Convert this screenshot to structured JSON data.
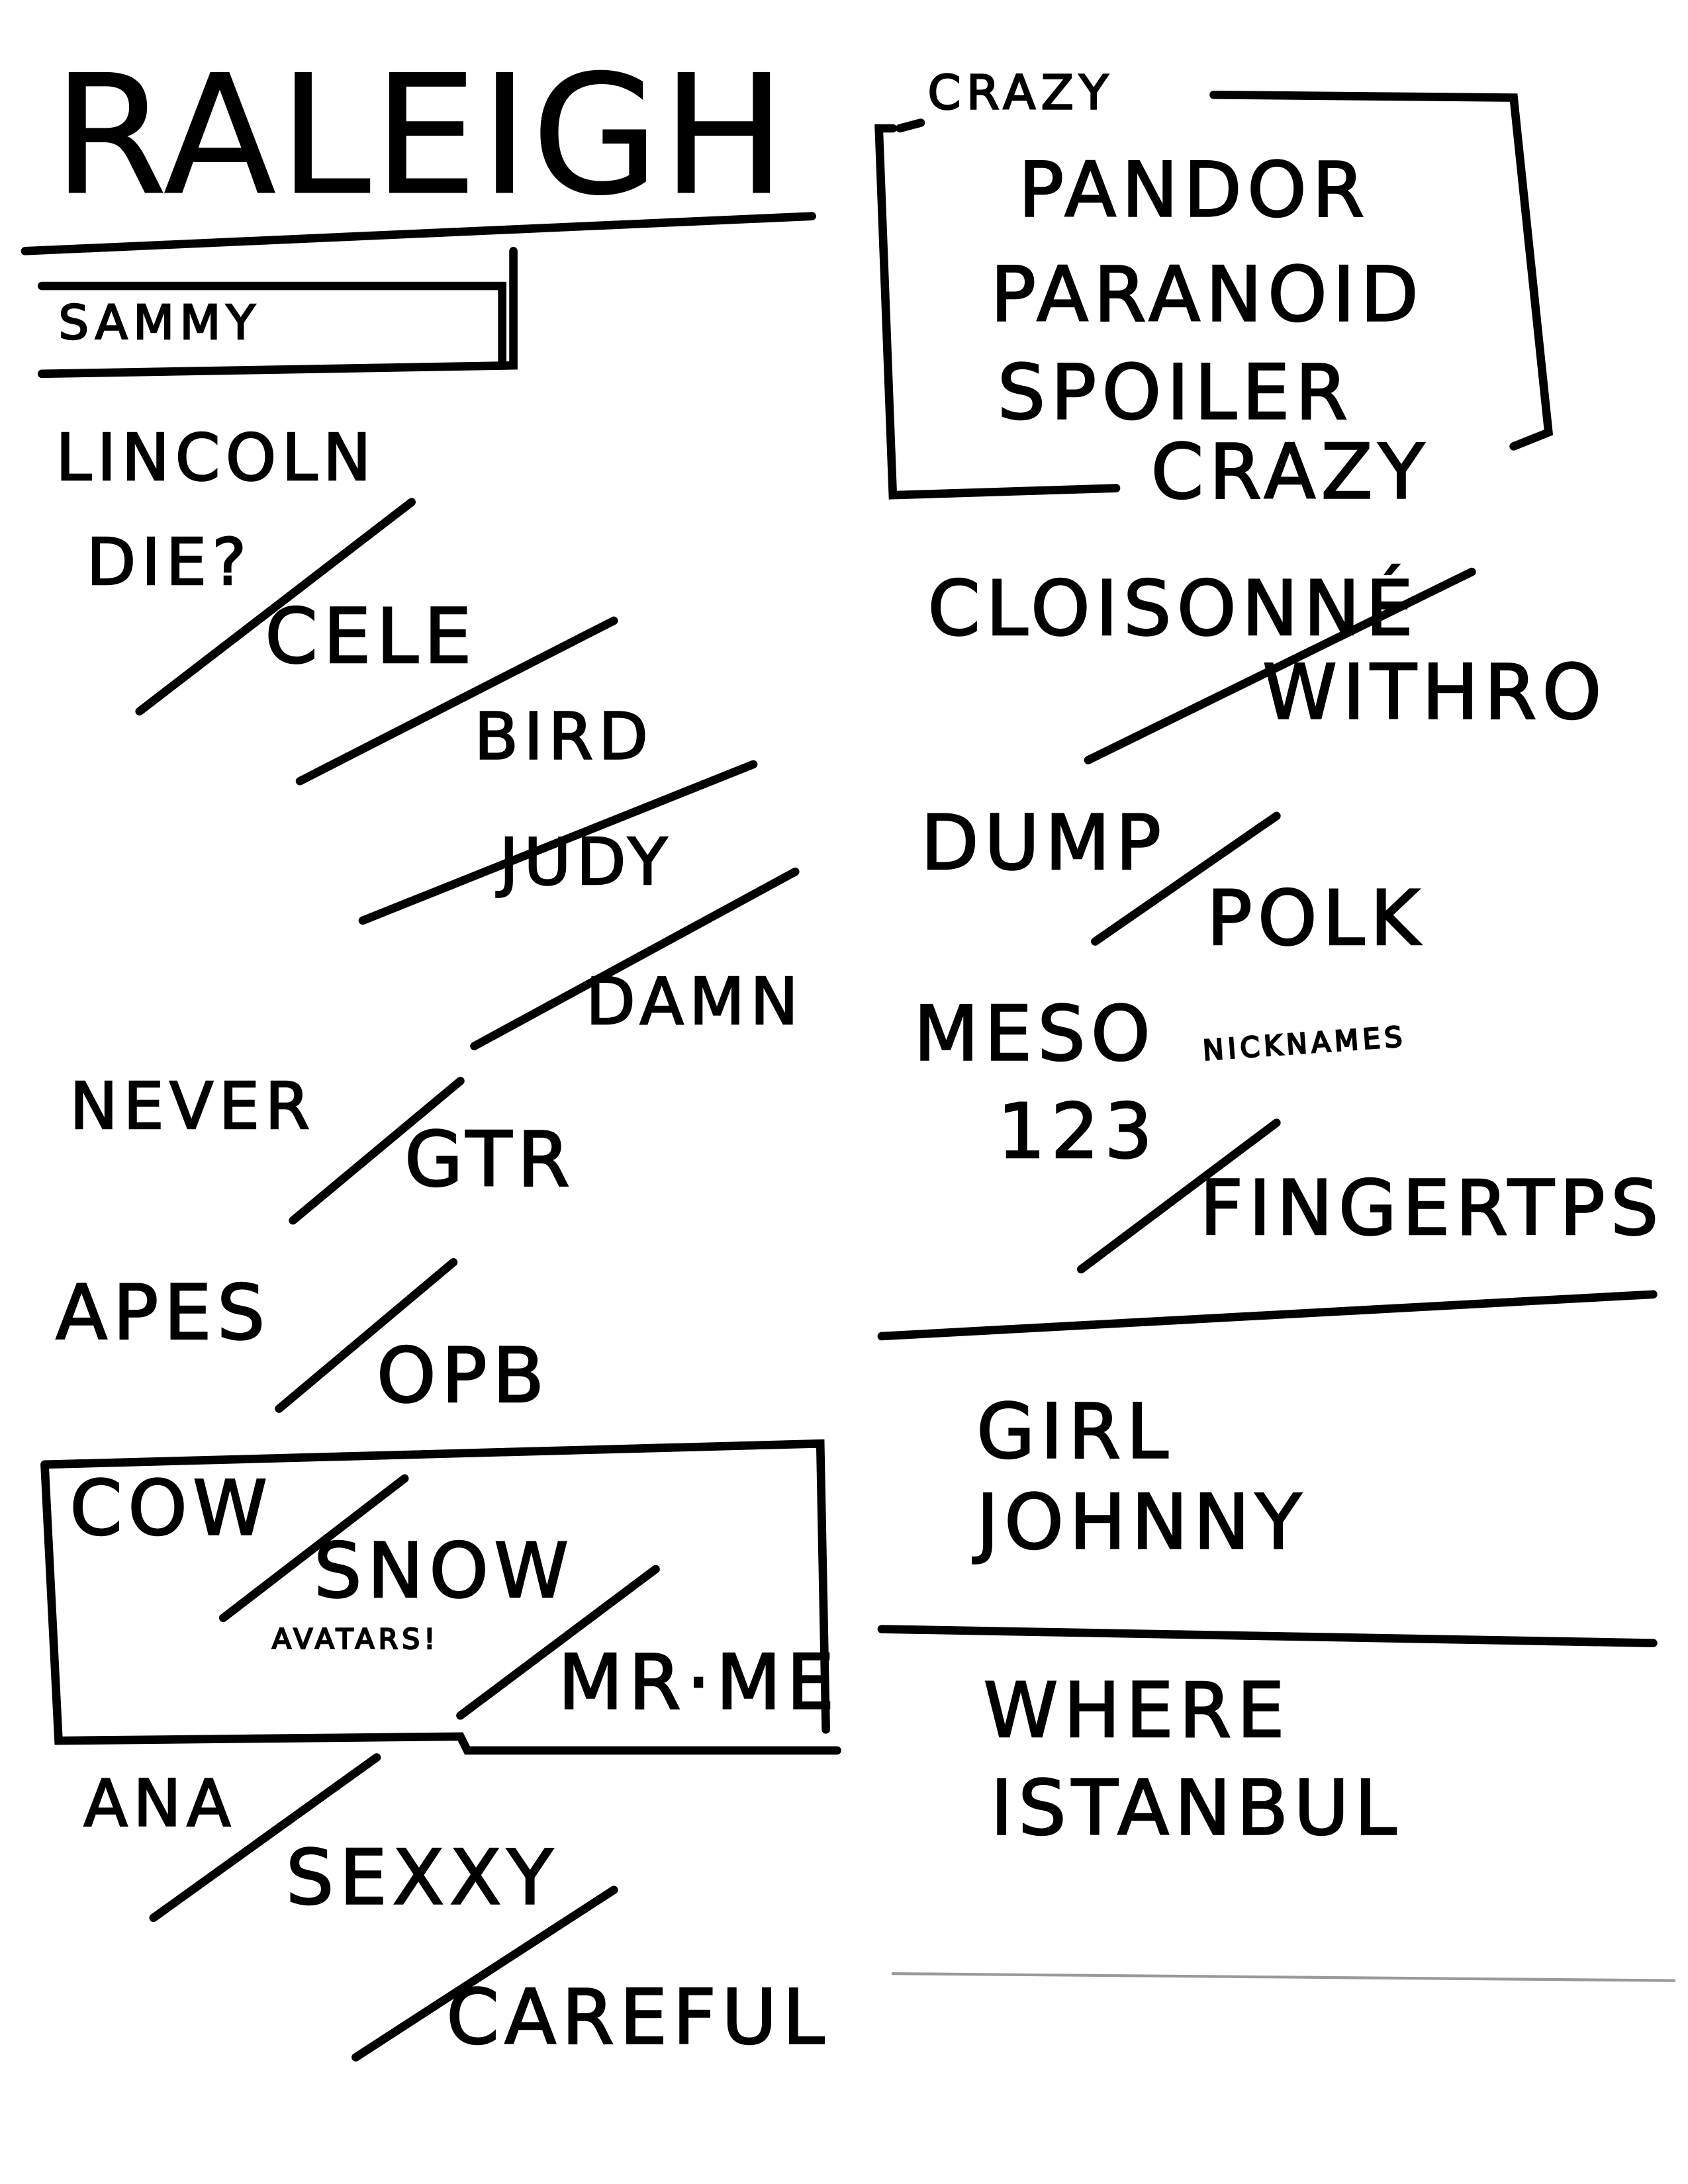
{
  "title": "RALEIGH",
  "left_column": {
    "opener": "SAMMY",
    "songs": [
      "LINCOLN",
      "DIE?",
      "CELE",
      "BIRD",
      "JUDY",
      "DAMN",
      "NEVER",
      "GTR",
      "APES",
      "OPB"
    ],
    "boxed": [
      "COW",
      "SNOW",
      "AVATARS!",
      "MR·ME"
    ],
    "after_box": [
      "ANA",
      "SEXXY",
      "CAREFUL"
    ]
  },
  "right_column": {
    "boxed": [
      "CRAZY",
      "PANDOR",
      "PARANOID",
      "SPOILER",
      "CRAZY"
    ],
    "songs": [
      "CLOISONNÉ",
      "WITHRO",
      "DUMP",
      "POLK",
      "MESO",
      "123",
      "NICKNAMES",
      "FINGERTPS"
    ],
    "encore1": [
      "GIRL",
      "JOHNNY"
    ],
    "encore2": [
      "WHERE",
      "ISTANBUL"
    ]
  }
}
